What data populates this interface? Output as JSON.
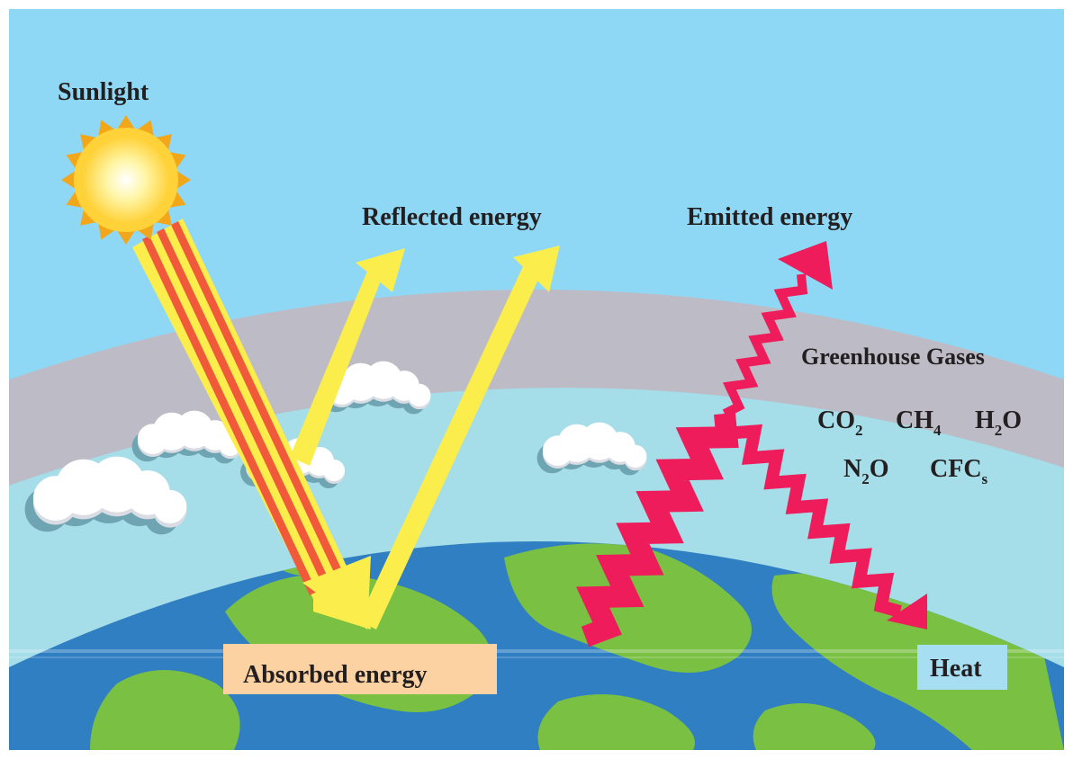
{
  "labels": {
    "sunlight": "Sunlight",
    "reflected": "Reflected energy",
    "emitted": "Emitted energy",
    "greenhouse": "Greenhouse Gases",
    "absorbed": "Absorbed energy",
    "heat": "Heat"
  },
  "gases": {
    "co2": {
      "base": "CO",
      "sub": "2"
    },
    "ch4": {
      "base": "CH",
      "sub": "4"
    },
    "h2o": {
      "base": "H",
      "sub": "2",
      "tail": "O"
    },
    "n2o": {
      "base": "N",
      "sub": "2",
      "tail": "O"
    },
    "cfcs": {
      "base": "CFC",
      "sub": "s"
    }
  },
  "colors": {
    "sky": "#8fd8f5",
    "lower_atmosphere": "#a5dde8",
    "greenhouse_band": "#bdbcc6",
    "ocean": "#2f7fc2",
    "land": "#79c043",
    "sun": "#ffd23a",
    "sun_rays": "#f2a71b",
    "sunlight_beam": "#fbee4c",
    "beam_stripe": "#f05a3a",
    "emitted_arrow": "#ee1c5b",
    "absorbed_box": "#fcd2a2",
    "heat_box": "#a8def2",
    "text": "#231f20"
  },
  "icons": [
    "sun-icon",
    "cloud-icon",
    "earth-icon",
    "arrow-icon"
  ]
}
